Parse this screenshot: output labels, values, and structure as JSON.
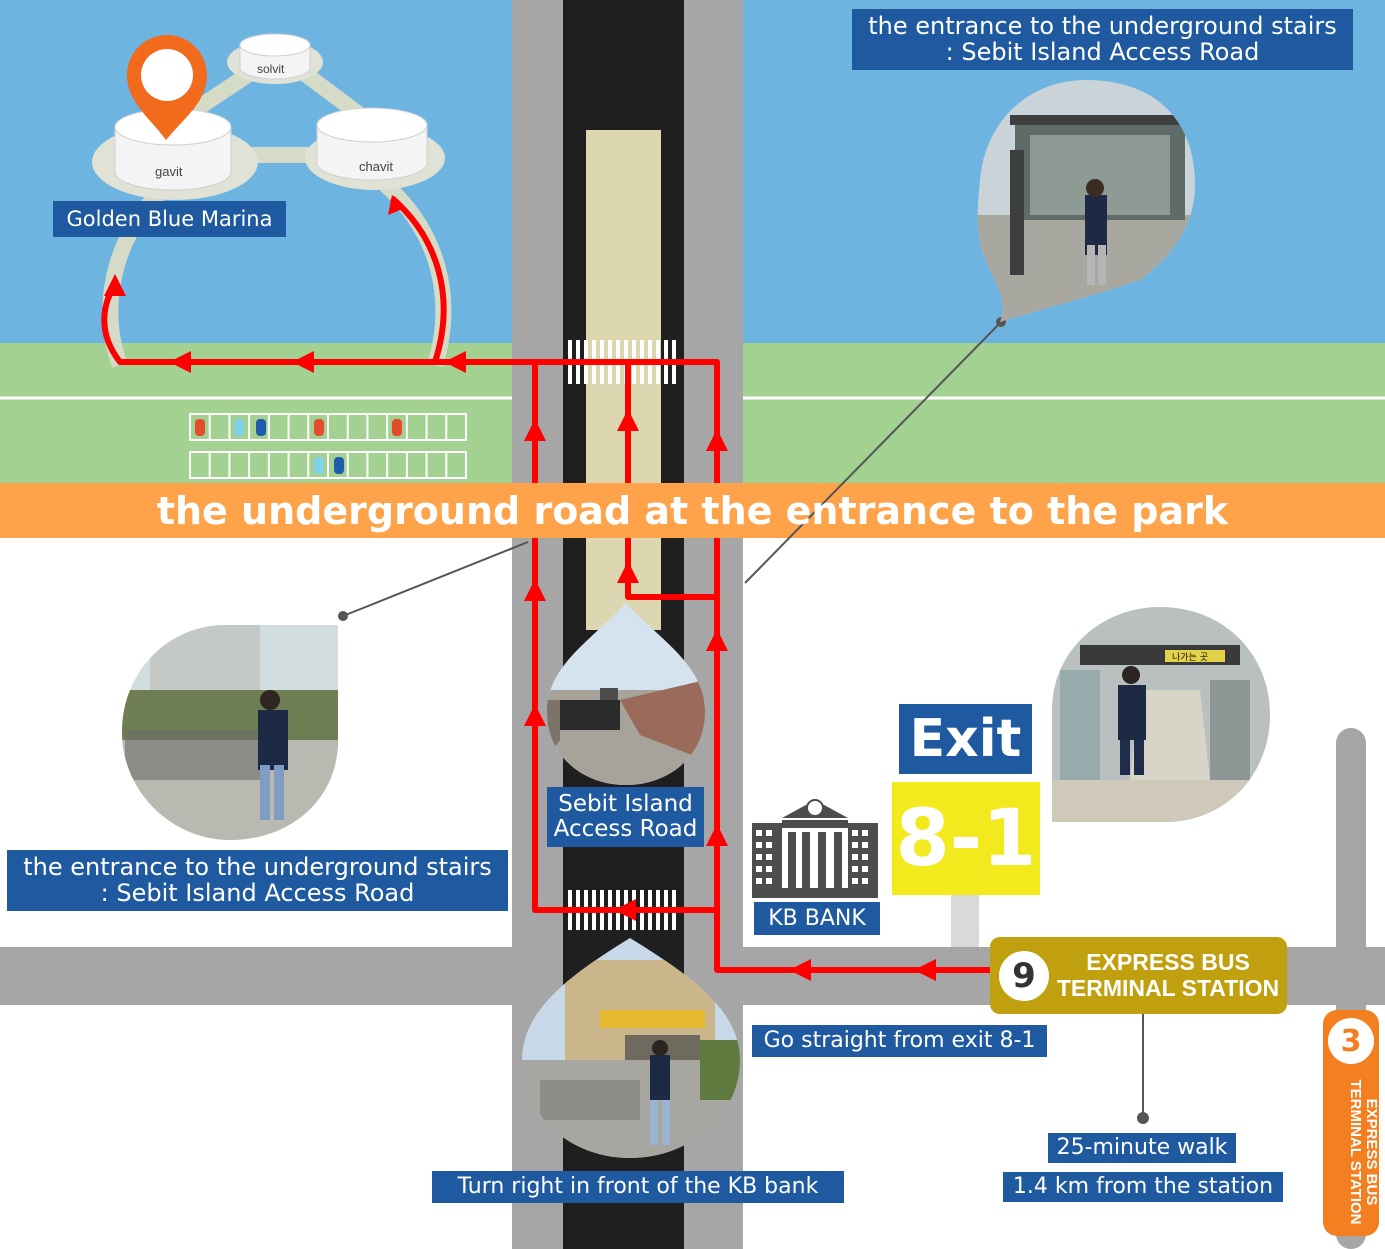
{
  "marina": {
    "label": "Golden Blue Marina",
    "islands": [
      "gavit",
      "solvit",
      "chavit"
    ]
  },
  "callouts": {
    "top_right": {
      "line1": "the entrance to the underground stairs",
      "line2": ": Sebit Island Access Road"
    },
    "left": {
      "line1": "the entrance to the underground stairs",
      "line2": ": Sebit Island Access Road"
    }
  },
  "banner": "the underground road at the entrance to the park",
  "access_road_label": {
    "line1": "Sebit Island",
    "line2": "Access Road"
  },
  "exit_sign": {
    "word": "Exit",
    "number": "8-1"
  },
  "bank_label": "KB BANK",
  "station_9": {
    "number": "9",
    "line1": "EXPRESS BUS",
    "line2": "TERMINAL STATION"
  },
  "station_3": {
    "number": "3",
    "line1": "EXPRESS BUS",
    "line2": "TERMINAL STATION"
  },
  "directions": {
    "go_straight": "Go straight from exit 8-1",
    "turn_right": "Turn right in front of the KB bank",
    "walk_time": "25-minute walk",
    "distance": "1.4 km from the station"
  },
  "photo_labels": {
    "tunnel_sign": "",
    "station_sign": "나가는 곳"
  },
  "colors": {
    "sky": "#6eb4e1",
    "grass": "#a2d191",
    "road_gray": "#a6a6a6",
    "asphalt": "#1f1f1f",
    "median": "#dcd7b1",
    "route_red": "#ff0000",
    "banner_orange": "#ffa34b",
    "label_blue": "#1f5aa0",
    "exit_yellow": "#f2ea1c",
    "station_gold": "#c0a00e",
    "line3_orange": "#f47f20",
    "pin_orange": "#f26a1b"
  }
}
